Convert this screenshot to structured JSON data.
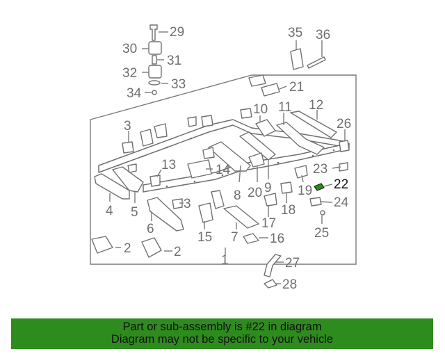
{
  "diagram": {
    "callouts": {
      "c1": "1",
      "c2a": "2",
      "c2b": "2",
      "c3a": "3",
      "c3b": "3",
      "c4": "4",
      "c5": "5",
      "c6": "6",
      "c7": "7",
      "c8": "8",
      "c9": "9",
      "c10": "10",
      "c11": "11",
      "c12": "12",
      "c13": "13",
      "c14": "14",
      "c15": "15",
      "c16": "16",
      "c17": "17",
      "c18": "18",
      "c19": "19",
      "c20": "20",
      "c21": "21",
      "c22": "22",
      "c23": "23",
      "c24": "24",
      "c25": "25",
      "c26": "26",
      "c27": "27",
      "c28": "28",
      "c29": "29",
      "c30": "30",
      "c31": "31",
      "c32": "32",
      "c33": "33",
      "c34": "34",
      "c35": "35",
      "c36": "36"
    },
    "highlighted_part": "22",
    "highlight_color": "#2e8b1e"
  },
  "banner": {
    "line1": "Part or sub-assembly is #22 in diagram",
    "line2": "Diagram may not be specific to your vehicle",
    "background": "#2e8b1e"
  }
}
